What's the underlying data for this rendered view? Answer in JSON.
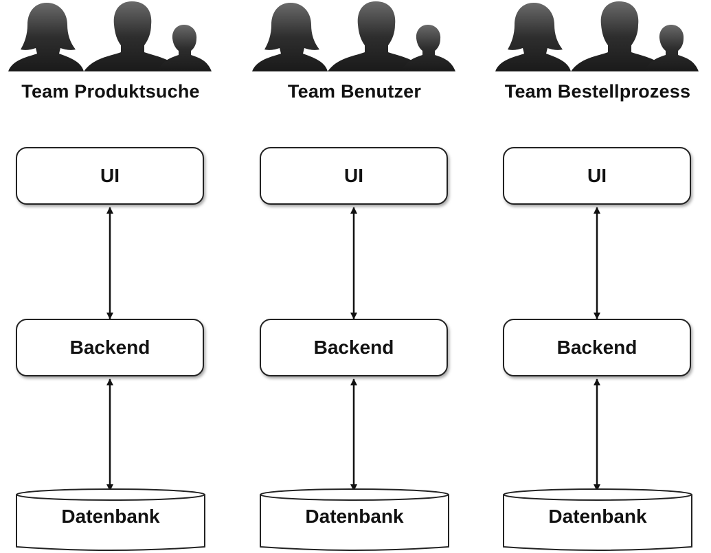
{
  "diagram": {
    "columns": [
      {
        "team": "Team Produktsuche",
        "ui": "UI",
        "backend": "Backend",
        "database": "Datenbank"
      },
      {
        "team": "Team Benutzer",
        "ui": "UI",
        "backend": "Backend",
        "database": "Datenbank"
      },
      {
        "team": "Team Bestellprozess",
        "ui": "UI",
        "backend": "Backend",
        "database": "Datenbank"
      }
    ],
    "icons": {
      "team": "people-silhouettes-icon"
    },
    "colors": {
      "stroke": "#222222",
      "silhouette": "#3a3a3a",
      "background": "#ffffff"
    }
  }
}
